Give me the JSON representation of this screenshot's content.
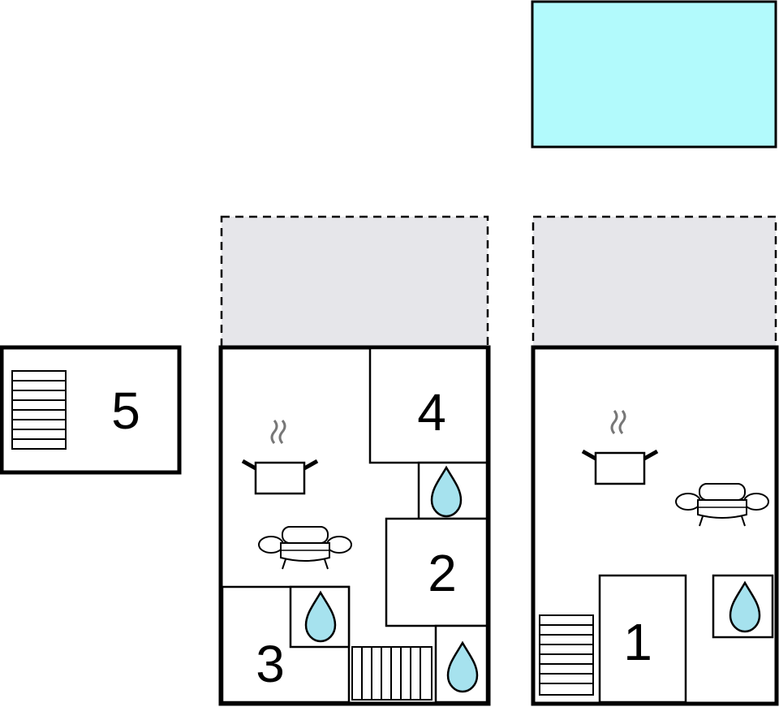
{
  "diagram": {
    "pool_color": "#b2fafc",
    "terrace_color": "#e6e6ea",
    "water_color": "#a6e2ee",
    "line_color": "#000000",
    "rooms": [
      {
        "id": "room-1",
        "label": "1"
      },
      {
        "id": "room-2",
        "label": "2"
      },
      {
        "id": "room-3",
        "label": "3"
      },
      {
        "id": "room-4",
        "label": "4"
      },
      {
        "id": "room-5",
        "label": "5"
      }
    ],
    "icons": {
      "cooking": "cooking-pot-icon",
      "sofa": "sofa-icon",
      "water": "water-drop-icon",
      "stairs": "stairs-icon"
    }
  }
}
